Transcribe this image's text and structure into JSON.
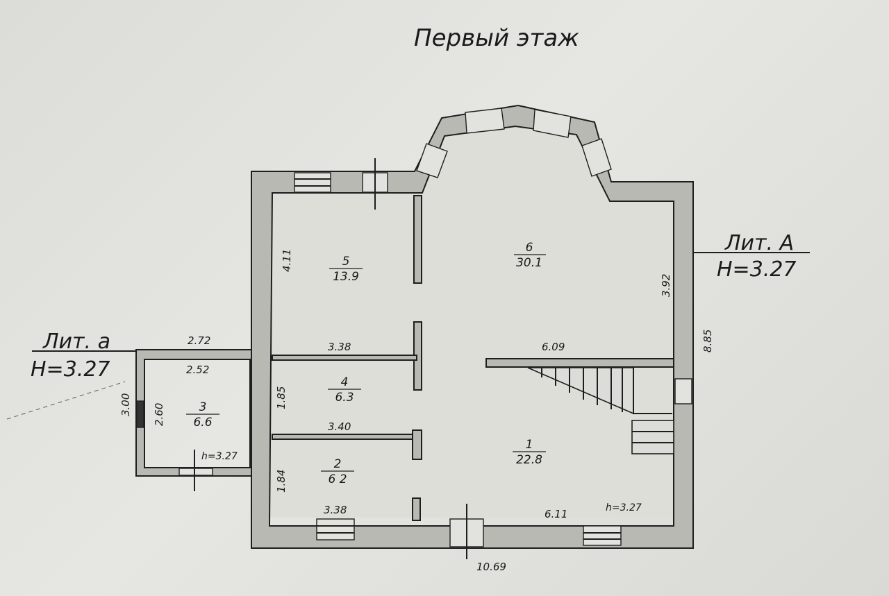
{
  "title": "Первый этаж",
  "rooms": [
    {
      "id": "1",
      "area": "22.8"
    },
    {
      "id": "2",
      "area": "6 2"
    },
    {
      "id": "3",
      "area": "6.6"
    },
    {
      "id": "4",
      "area": "6.3"
    },
    {
      "id": "5",
      "area": "13.9"
    },
    {
      "id": "6",
      "area": "30.1"
    }
  ],
  "dimensions": {
    "d_411": "4.11",
    "d_392": "3.92",
    "d_885": "8.85",
    "d_272": "2.72",
    "d_252": "2.52",
    "d_338_top": "3.38",
    "d_609": "6.09",
    "d_185": "1.85",
    "d_300": "3.00",
    "d_260": "2.60",
    "d_340": "3.40",
    "d_184": "1.84",
    "d_338_bottom": "3.38",
    "d_611": "6.11",
    "d_1069": "10.69"
  },
  "heights": {
    "h_small": "h=3.27",
    "h_main": "h=3.27"
  },
  "lit_A": {
    "name": "Лит. А",
    "h": "H=3.27"
  },
  "lit_a": {
    "name": "Лит. а",
    "h": "H=3.27"
  }
}
